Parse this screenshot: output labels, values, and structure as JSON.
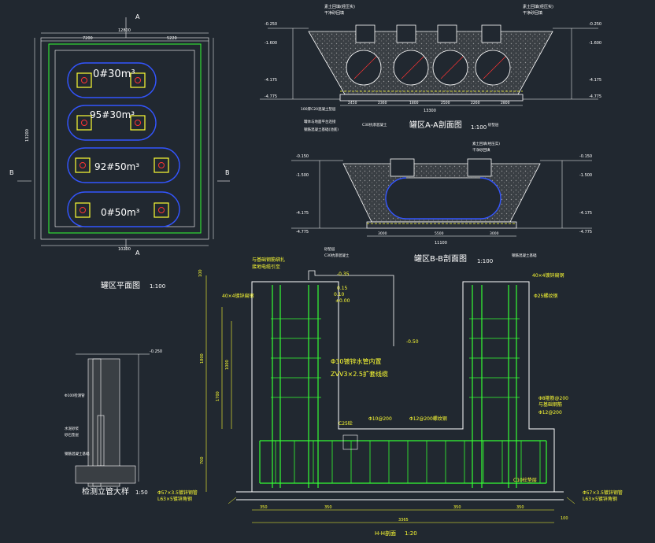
{
  "plan": {
    "title": "罐区平面图",
    "scale": "1:100",
    "section_a": "A",
    "section_b": "B",
    "dim_top": "12800",
    "dim_top_left": "7200",
    "dim_top_right": "5220",
    "dim_bottom": "10200",
    "dim_left": "13200",
    "tanks": [
      {
        "label": "0#30m³"
      },
      {
        "label": "95#30m³"
      },
      {
        "label": "92#50m³"
      },
      {
        "label": "0#50m³"
      }
    ]
  },
  "section_aa": {
    "title": "罐区A-A剖面图",
    "scale": "1:100",
    "elev_top": "-0.250",
    "elev_mid": "-1.600",
    "elev_low": "-4.175",
    "elev_base": "-4.775",
    "note_top": "素土回填(经压实)",
    "note_top2": "干净砂回填",
    "dims": [
      "2450",
      "2360",
      "1800",
      "2500",
      "2260",
      "2800"
    ],
    "dim_total": "13300",
    "notes_bottom": [
      "100厚C20混凝土垫层",
      "罐体与地面平台连接",
      "钢筋混凝土基础(池底)",
      "C30抗渗混凝土",
      "砂垫层"
    ]
  },
  "section_bb": {
    "title": "罐区B-B剖面图",
    "scale": "1:100",
    "elev_top": "-0.150",
    "elev_mid": "-1.500",
    "elev_low": "-4.175",
    "elev_base": "-4.775",
    "dims": [
      "3000",
      "5500",
      "3000"
    ],
    "dim_total": "11100",
    "notes": [
      "干净砂回填",
      "素土回填(经压实)",
      "砂垫层",
      "C30抗渗混凝土",
      "钢筋混凝土基础"
    ]
  },
  "riser": {
    "title": "检测立管大样",
    "scale": "1:50",
    "elev": "-0.250",
    "notes": [
      "Φ100检测管",
      "水泥砂浆",
      "砂石垫层",
      "钢筋混凝土基础"
    ]
  },
  "detail": {
    "title": "H-H剖面",
    "scale": "1:20",
    "note_pipe": "与基础钢筋绑扎",
    "note_weld": "接地电缆引至",
    "elev_a": "-0.35",
    "elev_b": "0.15",
    "elev_c": "±0.00",
    "elev_d": "-0.50",
    "elev_e": "0.10",
    "label_steel": "40×4镀锌扁钢",
    "label_pipe": "Φ30镀锌水管内置",
    "label_cable": "ZVV3×2.5扩套线缆",
    "label_c25": "C25砼",
    "label_rebar1": "Φ10@200",
    "label_rebar2": "Φ12@200螺纹钢",
    "label_c10": "C10砼垫层",
    "label_angle_l": "Φ57×3.5镀锌钢管",
    "label_angle_l2": "L63×5镀锌角钢",
    "label_angle_r": "Φ57×3.5镀锌钢管",
    "label_angle_r2": "L63×5镀锌角钢",
    "label_top_r": "40×4镀锌扁钢",
    "label_r2": "Φ25螺纹钢",
    "label_r3": "Φ8箍筋@200",
    "label_r4": "与基础钢筋",
    "label_r5": "Φ12@200",
    "dim_h1": "1800",
    "dim_h2": "1000",
    "dim_h3": "1700",
    "dim_h4": "700",
    "dim_h5": "100",
    "dim_b1": "350",
    "dim_b2": "350",
    "dim_b3": "350",
    "dim_b4": "350",
    "dim_total": "3365",
    "dim_r": "100"
  },
  "colors": {
    "bg": "#212830",
    "white": "#ffffff",
    "green": "#33ff33",
    "yellow": "#ffff33",
    "red": "#ff3333",
    "blue": "#3355ff",
    "orange": "#ff9933",
    "magenta": "#ff33ff"
  }
}
